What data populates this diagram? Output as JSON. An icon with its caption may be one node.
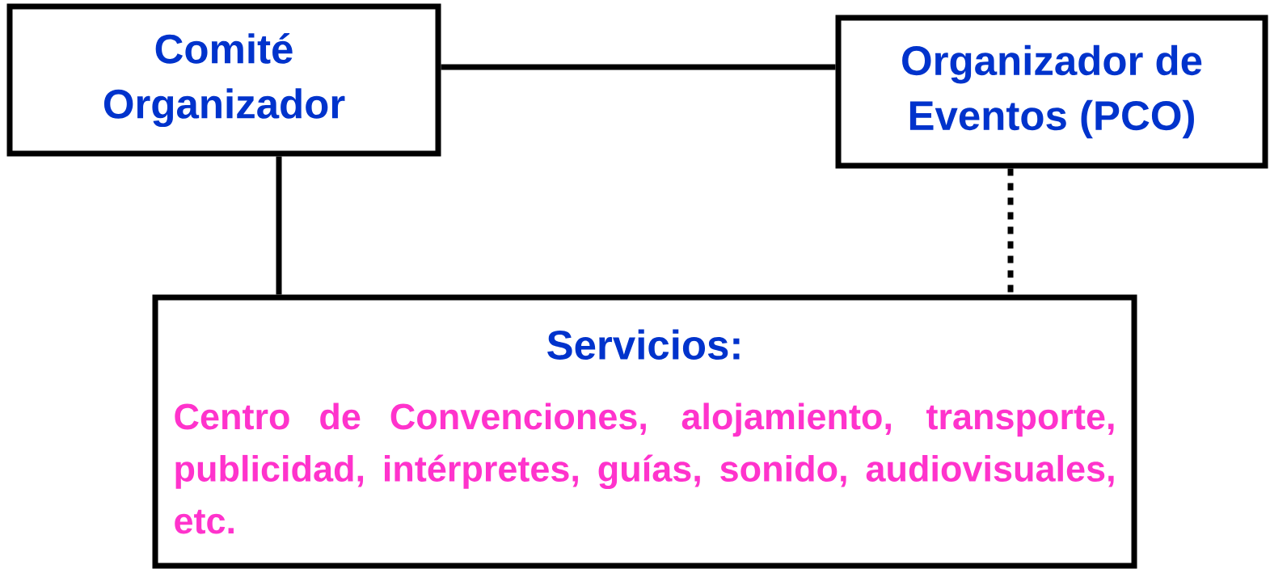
{
  "diagram": {
    "nodes": [
      {
        "text": [
          "Comité Organizador"
        ]
      },
      {
        "text": [
          "Organizador de Eventos (PCO)"
        ]
      },
      {
        "text": [
          "Servicios:",
          "Centro de Convenciones, alojamiento, transporte, publicidad, intérpretes, guías, sonido, audiovisuales, etc."
        ]
      }
    ],
    "edges": [
      {
        "from": 0,
        "to": 1,
        "arrow": "none"
      },
      {
        "from": 0,
        "to": 2,
        "arrow": "none"
      },
      {
        "from": 1,
        "to": 2,
        "arrow": "none",
        "style": "dashed"
      }
    ]
  }
}
